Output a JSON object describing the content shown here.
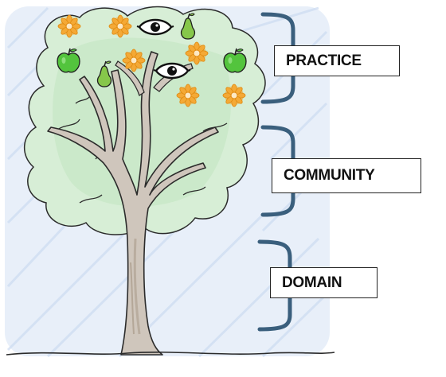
{
  "labels": {
    "practice": "PRACTICE",
    "community": "COMMUNITY",
    "domain": "DOMAIN"
  },
  "colors": {
    "bracket": "#3a5f7d",
    "trunk": "#cfc6bc",
    "trunk_outline": "#2b2b2b",
    "canopy": "#d7eed6",
    "sky_wash": "#dce8f7",
    "apple": "#53c43d",
    "pear": "#86c74a",
    "flower": "#f4a936",
    "eye": "#111111"
  },
  "icons": [
    "apple-icon",
    "pear-icon",
    "flower-icon",
    "eye-icon"
  ]
}
